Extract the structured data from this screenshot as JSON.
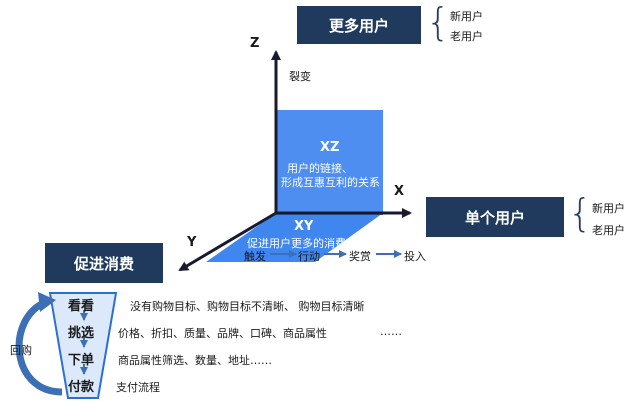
{
  "top_box": {
    "label": "更多用户",
    "sub_items": [
      "新用户",
      "老用户"
    ]
  },
  "right_box": {
    "label": "单个用户",
    "sub_items": [
      "新用户",
      "老用户"
    ]
  },
  "left_box": {
    "label": "促进消费"
  },
  "axes": {
    "z": "Z",
    "x": "X",
    "y": "Y"
  },
  "fission_label": "裂变",
  "xz_plane": {
    "title": "XZ",
    "line1": "用户的链接、",
    "line2": "形成互惠互利的关系"
  },
  "xy_plane": {
    "title": "XY",
    "line1": "促进用户更多的消费"
  },
  "flow": [
    "触发",
    "行动",
    "奖赏",
    "投入"
  ],
  "funnel": {
    "loop_label": "回购",
    "steps": [
      {
        "label": "看看",
        "desc": "没有购物目标、购物目标不清晰、 购物目标清晰"
      },
      {
        "label": "挑选",
        "desc": "价格、折扣、质量、品牌、口碑、商品属性"
      },
      {
        "label": "下单",
        "desc": "商品属性筛选、数量、地址……"
      },
      {
        "label": "付款",
        "desc": "支付流程"
      }
    ],
    "ellipsis": "……"
  },
  "colors": {
    "box": "#1f3a5c",
    "plane": "#4d8ef0",
    "axis": "#1a1a2e",
    "funnel_fill": "#dbe9fb",
    "funnel_stroke": "#2b6fd6",
    "arrow": "#3d6fb5"
  }
}
